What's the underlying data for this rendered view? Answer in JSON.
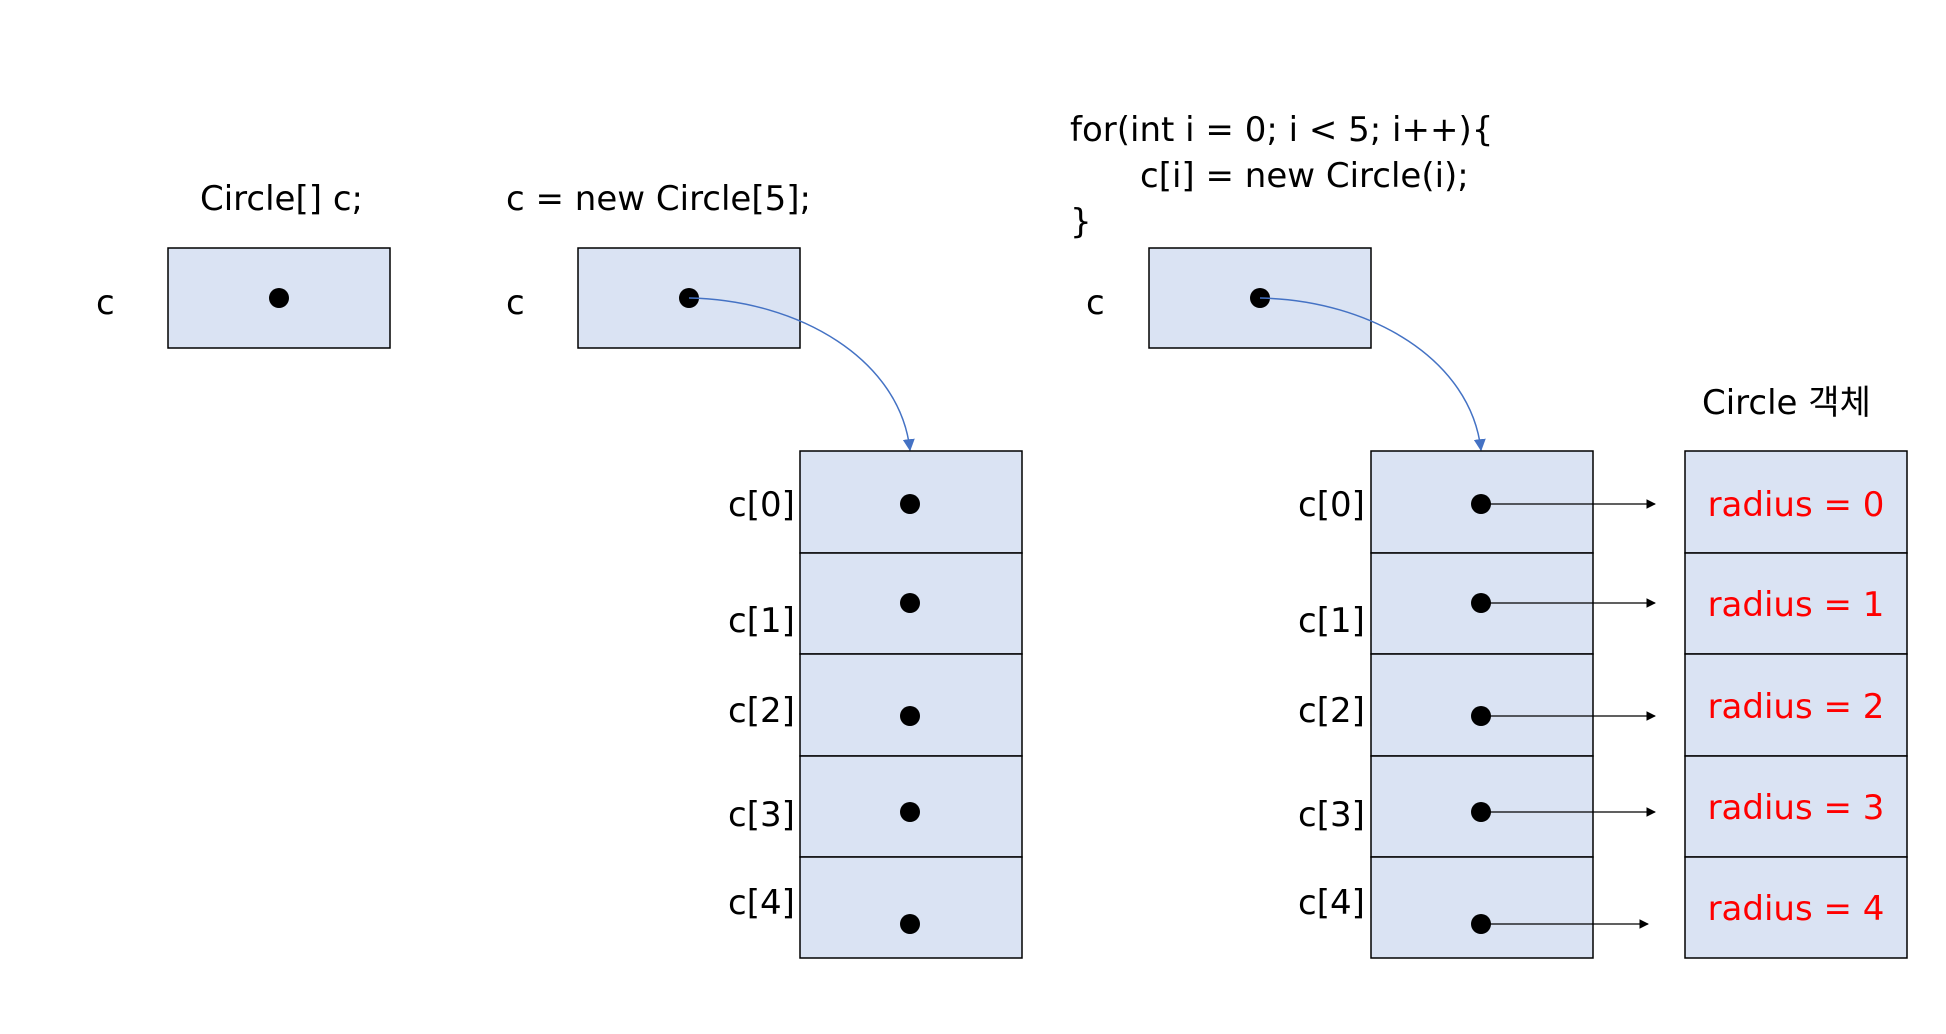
{
  "colors": {
    "cell_fill": "#dae3f3",
    "curve": "#4472c4",
    "value_text": "#ff0000"
  },
  "step1": {
    "code": "Circle[] c;",
    "var_label": "c"
  },
  "step2": {
    "code": "c = new Circle[5];",
    "var_label": "c",
    "index_labels": [
      "c[0]",
      "c[1]",
      "c[2]",
      "c[3]",
      "c[4]"
    ]
  },
  "step3": {
    "code_lines": [
      "for(int i = 0; i < 5; i++){",
      "c[i] = new Circle(i);",
      "}"
    ],
    "var_label": "c",
    "index_labels": [
      "c[0]",
      "c[1]",
      "c[2]",
      "c[3]",
      "c[4]"
    ],
    "object_title": "Circle 객체",
    "objects": [
      "radius = 0",
      "radius = 1",
      "radius = 2",
      "radius = 3",
      "radius = 4"
    ]
  }
}
